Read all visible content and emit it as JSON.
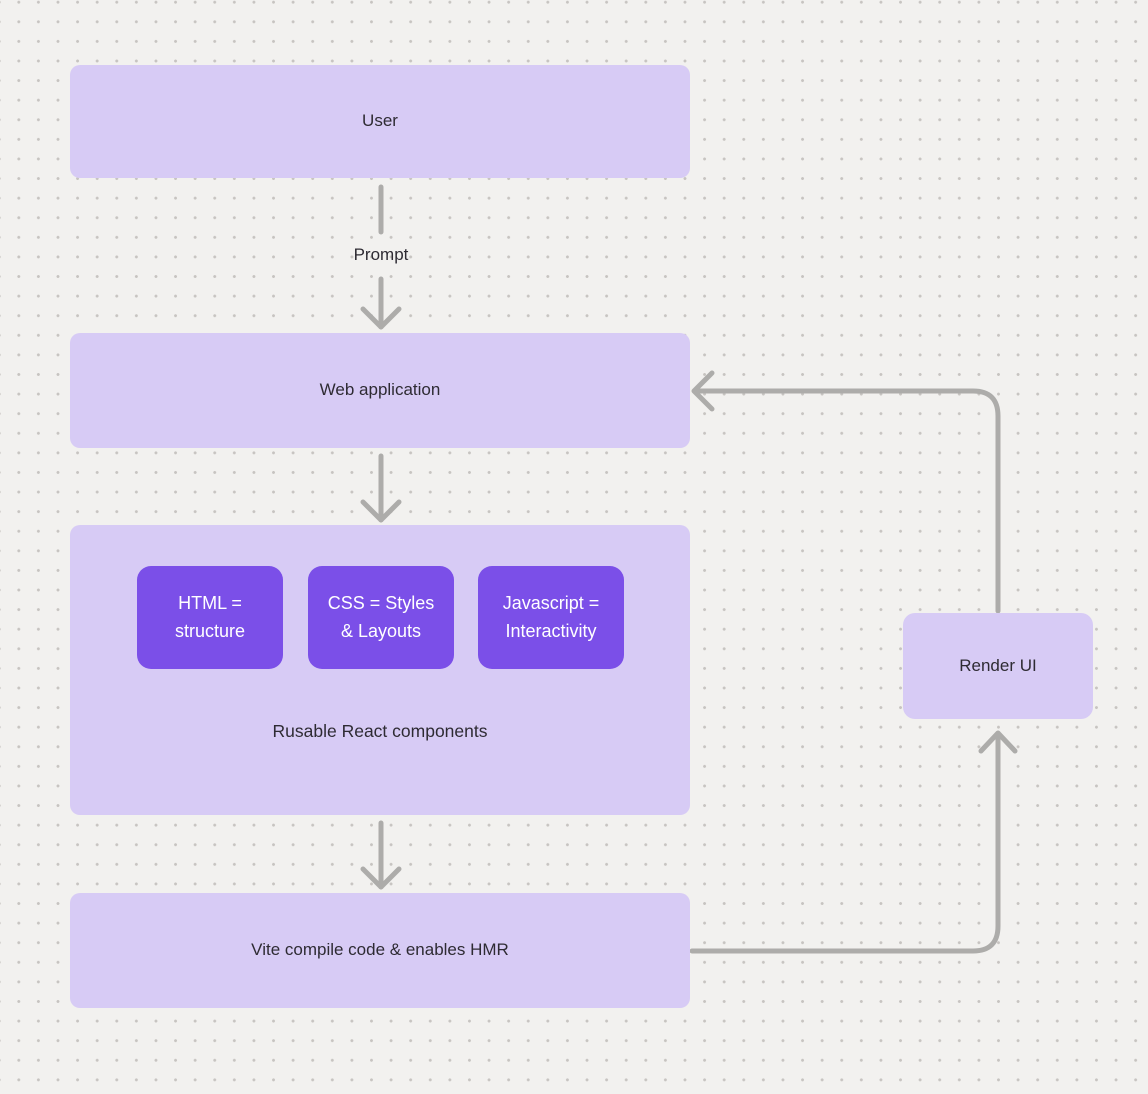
{
  "diagram": {
    "nodes": {
      "user": {
        "label": "User"
      },
      "web_app": {
        "label": "Web application"
      },
      "components": {
        "caption": "Rusable React components",
        "items": [
          {
            "label": "HTML =\nstructure"
          },
          {
            "label": "CSS = Styles\n& Layouts"
          },
          {
            "label": "Javascript =\nInteractivity"
          }
        ]
      },
      "vite": {
        "label": "Vite compile code & enables HMR"
      },
      "render": {
        "label": "Render UI"
      }
    },
    "edges": {
      "prompt_label": "Prompt",
      "user_to_webapp": "arrow-down",
      "webapp_to_components": "arrow-down",
      "components_to_vite": "arrow-down",
      "vite_to_render": "elbow-arrow-up",
      "render_to_webapp": "elbow-arrow-left"
    },
    "palette": {
      "background": "#f2f1ef",
      "dot_grid": "#c7c4c1",
      "node_fill_light": "#d7cbf5",
      "node_fill_dark": "#7b4fe8",
      "connector": "#adacaa",
      "text_dark": "#2e2b33",
      "text_light": "#ffffff"
    }
  }
}
